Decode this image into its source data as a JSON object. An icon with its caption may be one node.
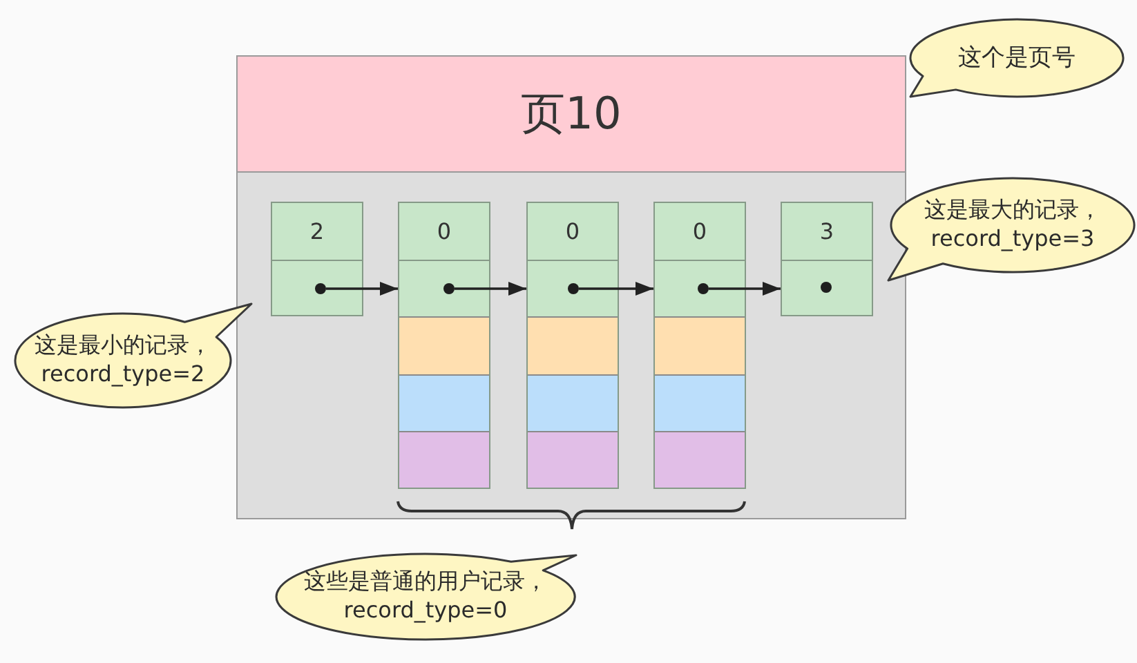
{
  "diagram": {
    "nodes": [
      {
        "text": [
          "页10"
        ]
      },
      {
        "text": [
          "这个是页号"
        ]
      },
      {
        "text": [
          "2"
        ],
        "in": 0
      },
      {
        "text": [],
        "shape": "circle",
        "in": 2
      },
      {
        "text": [
          "0"
        ],
        "in": 0
      },
      {
        "text": [],
        "shape": "circle",
        "in": 4
      },
      {
        "text": [
          "0"
        ],
        "in": 0
      },
      {
        "text": [],
        "shape": "circle",
        "in": 6
      },
      {
        "text": [
          "0"
        ],
        "in": 0
      },
      {
        "text": [],
        "shape": "circle",
        "in": 8
      },
      {
        "text": [
          "3"
        ],
        "in": 0
      },
      {
        "text": [],
        "shape": "circle",
        "in": 10
      },
      {
        "text": [
          "这是最大的记录，record_type=3"
        ]
      },
      {
        "text": [
          "这是最小的记录，record_type=2"
        ]
      },
      {
        "text": [
          "这些是普通的用户记录，record_type=0"
        ]
      }
    ],
    "edges": [
      {
        "from": 3,
        "to": 4,
        "arrow": "to"
      },
      {
        "from": 5,
        "to": 6,
        "arrow": "to"
      },
      {
        "from": 7,
        "to": 8,
        "arrow": "to"
      },
      {
        "from": 9,
        "to": 10,
        "arrow": "to"
      }
    ]
  }
}
